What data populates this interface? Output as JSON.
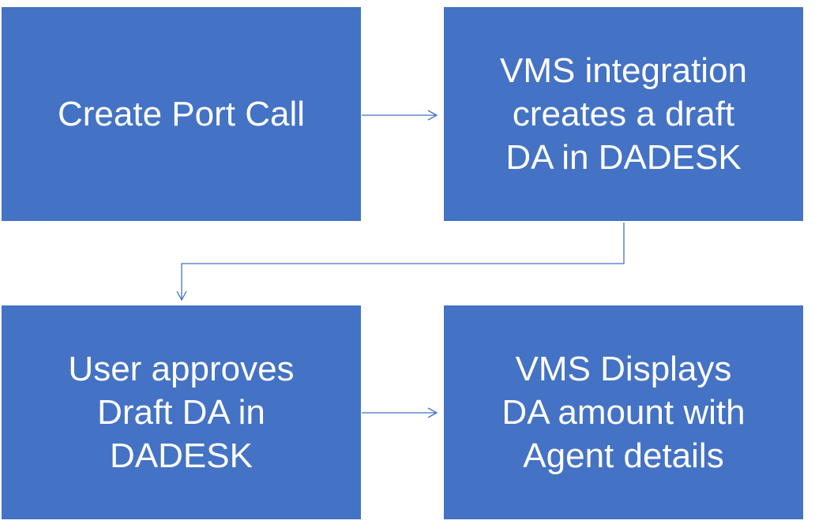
{
  "diagram": {
    "boxes": [
      {
        "text": "Create Port Call"
      },
      {
        "text": "VMS integration\ncreates a draft\nDA in DADESK"
      },
      {
        "text": "User approves\nDraft DA in\nDADESK"
      },
      {
        "text": "VMS Displays\nDA amount with\nAgent details"
      }
    ],
    "colors": {
      "box_fill": "#4472c4",
      "box_text": "#ffffff",
      "connector": "#4472c4"
    }
  }
}
